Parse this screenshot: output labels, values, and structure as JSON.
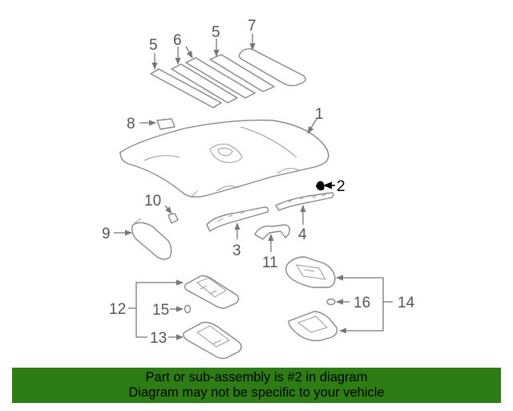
{
  "callouts": {
    "c1": "1",
    "c2": "2",
    "c3": "3",
    "c4": "4",
    "c5a": "5",
    "c5b": "5",
    "c6": "6",
    "c7": "7",
    "c8": "8",
    "c9": "9",
    "c10": "10",
    "c11": "11",
    "c12": "12",
    "c13": "13",
    "c14": "14",
    "c15": "15",
    "c16": "16"
  },
  "highlighted_part": "2",
  "banner": {
    "line1": "Part or sub-assembly is #2 in diagram",
    "line2": "Diagram may not be specific to your vehicle"
  },
  "colors": {
    "banner_bg": "#2e7d14",
    "line_art": "#888888",
    "callout_text": "#555555"
  }
}
